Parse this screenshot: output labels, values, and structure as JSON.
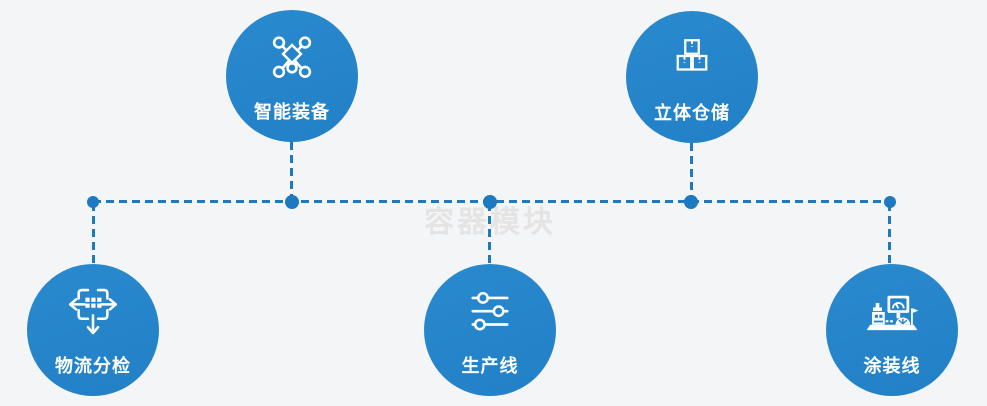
{
  "diagram": {
    "watermark": "容器模块",
    "nodes": [
      {
        "label": "智能装备",
        "icon": "network-nodes-icon",
        "position": "top-left"
      },
      {
        "label": "立体仓储",
        "icon": "stacked-boxes-icon",
        "position": "top-right"
      },
      {
        "label": "物流分检",
        "icon": "sorting-arrows-icon",
        "position": "bottom-left"
      },
      {
        "label": "生产线",
        "icon": "sliders-icon",
        "position": "bottom-center"
      },
      {
        "label": "涂装线",
        "icon": "control-station-icon",
        "position": "bottom-right"
      }
    ],
    "colors": {
      "background": "#f4f5f6",
      "node_fill": "#2483c9",
      "connector": "#1d79c0",
      "label_text": "#ffffff",
      "watermark_text": "#e4e4e4"
    }
  }
}
